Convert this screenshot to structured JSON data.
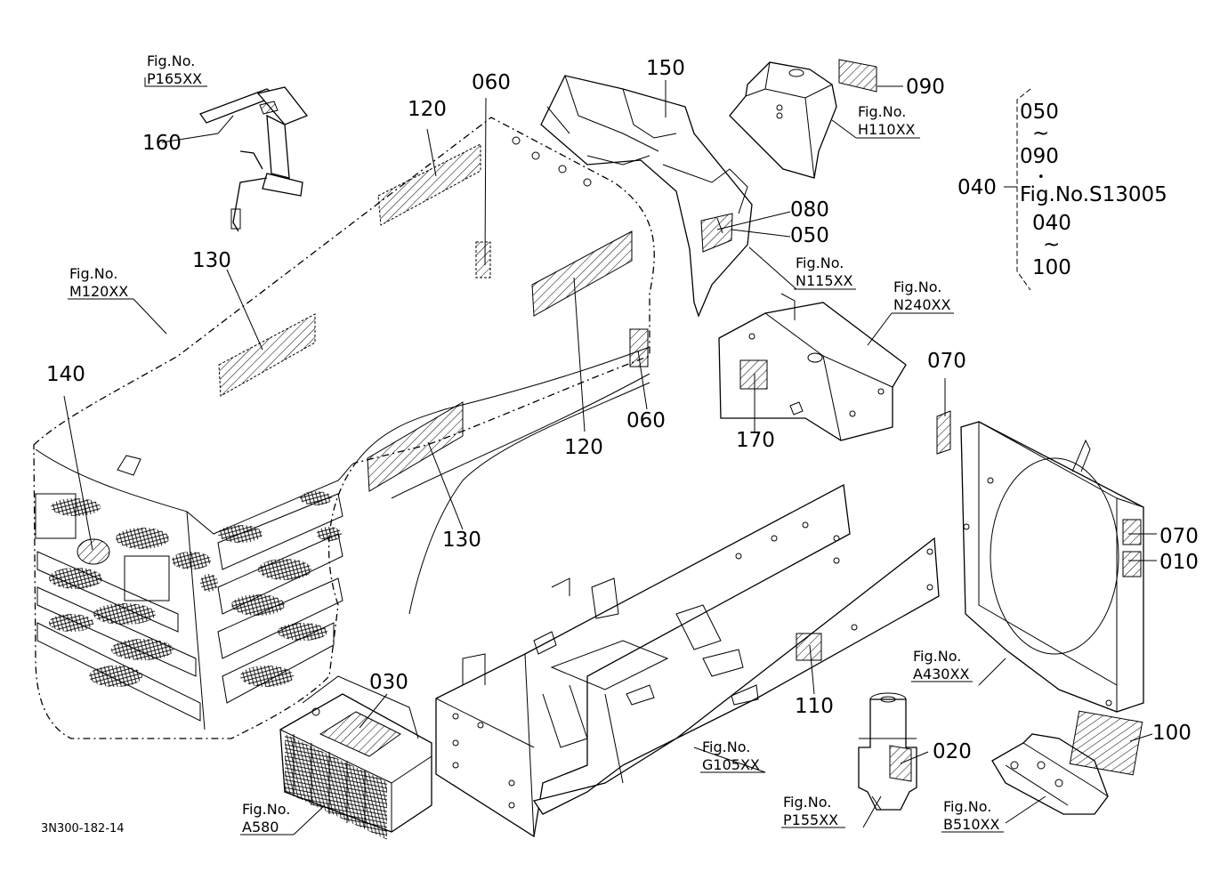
{
  "drawing_code": "3N300-182-14",
  "colors": {
    "ink": "#000000",
    "paper": "#ffffff"
  },
  "callouts": [
    {
      "id": "c160",
      "label": "160"
    },
    {
      "id": "c120a",
      "label": "120"
    },
    {
      "id": "c060a",
      "label": "060"
    },
    {
      "id": "c150",
      "label": "150"
    },
    {
      "id": "c090",
      "label": "090"
    },
    {
      "id": "c130a",
      "label": "130"
    },
    {
      "id": "c080",
      "label": "080"
    },
    {
      "id": "c050",
      "label": "050"
    },
    {
      "id": "c140",
      "label": "140"
    },
    {
      "id": "c120b",
      "label": "120"
    },
    {
      "id": "c060b",
      "label": "060"
    },
    {
      "id": "c170",
      "label": "170"
    },
    {
      "id": "c070a",
      "label": "070"
    },
    {
      "id": "c130b",
      "label": "130"
    },
    {
      "id": "c070b",
      "label": "070"
    },
    {
      "id": "c010",
      "label": "010"
    },
    {
      "id": "c030",
      "label": "030"
    },
    {
      "id": "c110",
      "label": "110"
    },
    {
      "id": "c020",
      "label": "020"
    },
    {
      "id": "c100",
      "label": "100"
    }
  ],
  "fig_refs": [
    {
      "id": "p165",
      "title": "Fig.No.",
      "code": "P165XX"
    },
    {
      "id": "h110",
      "title": "Fig.No.",
      "code": "H110XX"
    },
    {
      "id": "m120",
      "title": "Fig.No.",
      "code": "M120XX"
    },
    {
      "id": "n115",
      "title": "Fig.No.",
      "code": "N115XX"
    },
    {
      "id": "n240",
      "title": "Fig.No.",
      "code": "N240XX"
    },
    {
      "id": "a430",
      "title": "Fig.No.",
      "code": "A430XX"
    },
    {
      "id": "g105",
      "title": "Fig.No.",
      "code": "G105XX"
    },
    {
      "id": "p155",
      "title": "Fig.No.",
      "code": "P155XX"
    },
    {
      "id": "b510",
      "title": "Fig.No.",
      "code": "B510XX"
    },
    {
      "id": "a580",
      "title": "Fig.No.",
      "code": "A580"
    }
  ],
  "legend": {
    "parent": "040",
    "upper_from": "050",
    "upper_to": "090",
    "tilde": "~",
    "dot": "•",
    "ref": "Fig.No.S13005",
    "lower_from": "040",
    "lower_to": "100"
  }
}
